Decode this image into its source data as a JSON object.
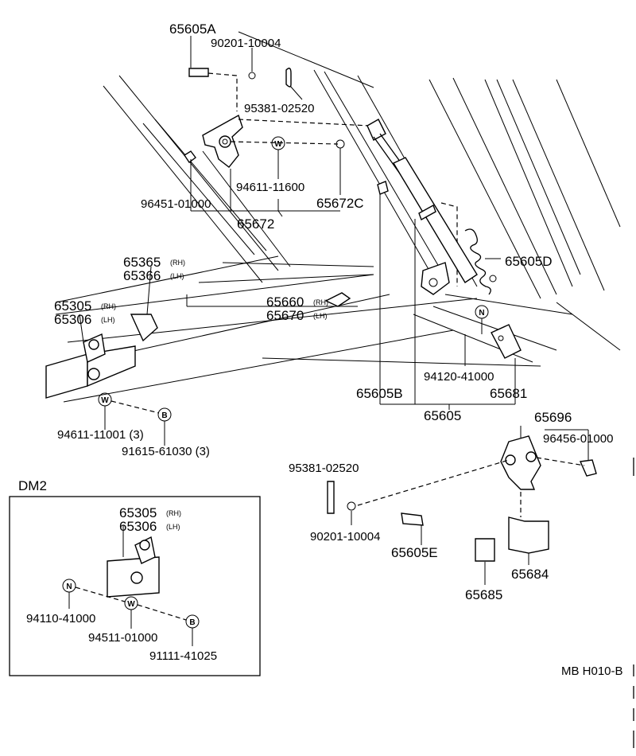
{
  "diagram": {
    "labels": {
      "p65605A": "65605A",
      "p90201_top": "90201-10004",
      "p95381_top": "95381-02520",
      "p94611_11600": "94611-11600",
      "p96451": "96451-01000",
      "p65672C": "65672C",
      "p65672": "65672",
      "p65365": "65365",
      "p65366": "65366",
      "p65305": "65305",
      "p65306": "65306",
      "p65660": "65660",
      "p65670": "65670",
      "p65605D": "65605D",
      "p94120": "94120-41000",
      "p65681": "65681",
      "p65605B": "65605B",
      "p65605": "65605",
      "p94611_11001": "94611-11001 (3)",
      "p91615": "91615-61030 (3)",
      "p65696": "65696",
      "p96456": "96456-01000",
      "p95381_mid": "95381-02520",
      "p90201_mid": "90201-10004",
      "p65605E": "65605E",
      "p65685": "65685",
      "p65684": "65684",
      "dm2_title": "DM2",
      "dm2_65305": "65305",
      "dm2_65306": "65306",
      "dm2_94110": "94110-41000",
      "dm2_94511": "94511-01000",
      "dm2_91111": "91111-41025",
      "ref_code": "MB H010-B"
    },
    "side_tags": {
      "rh": "(RH)",
      "lh": "(LH)"
    },
    "circle_marks": {
      "w": "W",
      "b": "B",
      "n": "N"
    }
  }
}
